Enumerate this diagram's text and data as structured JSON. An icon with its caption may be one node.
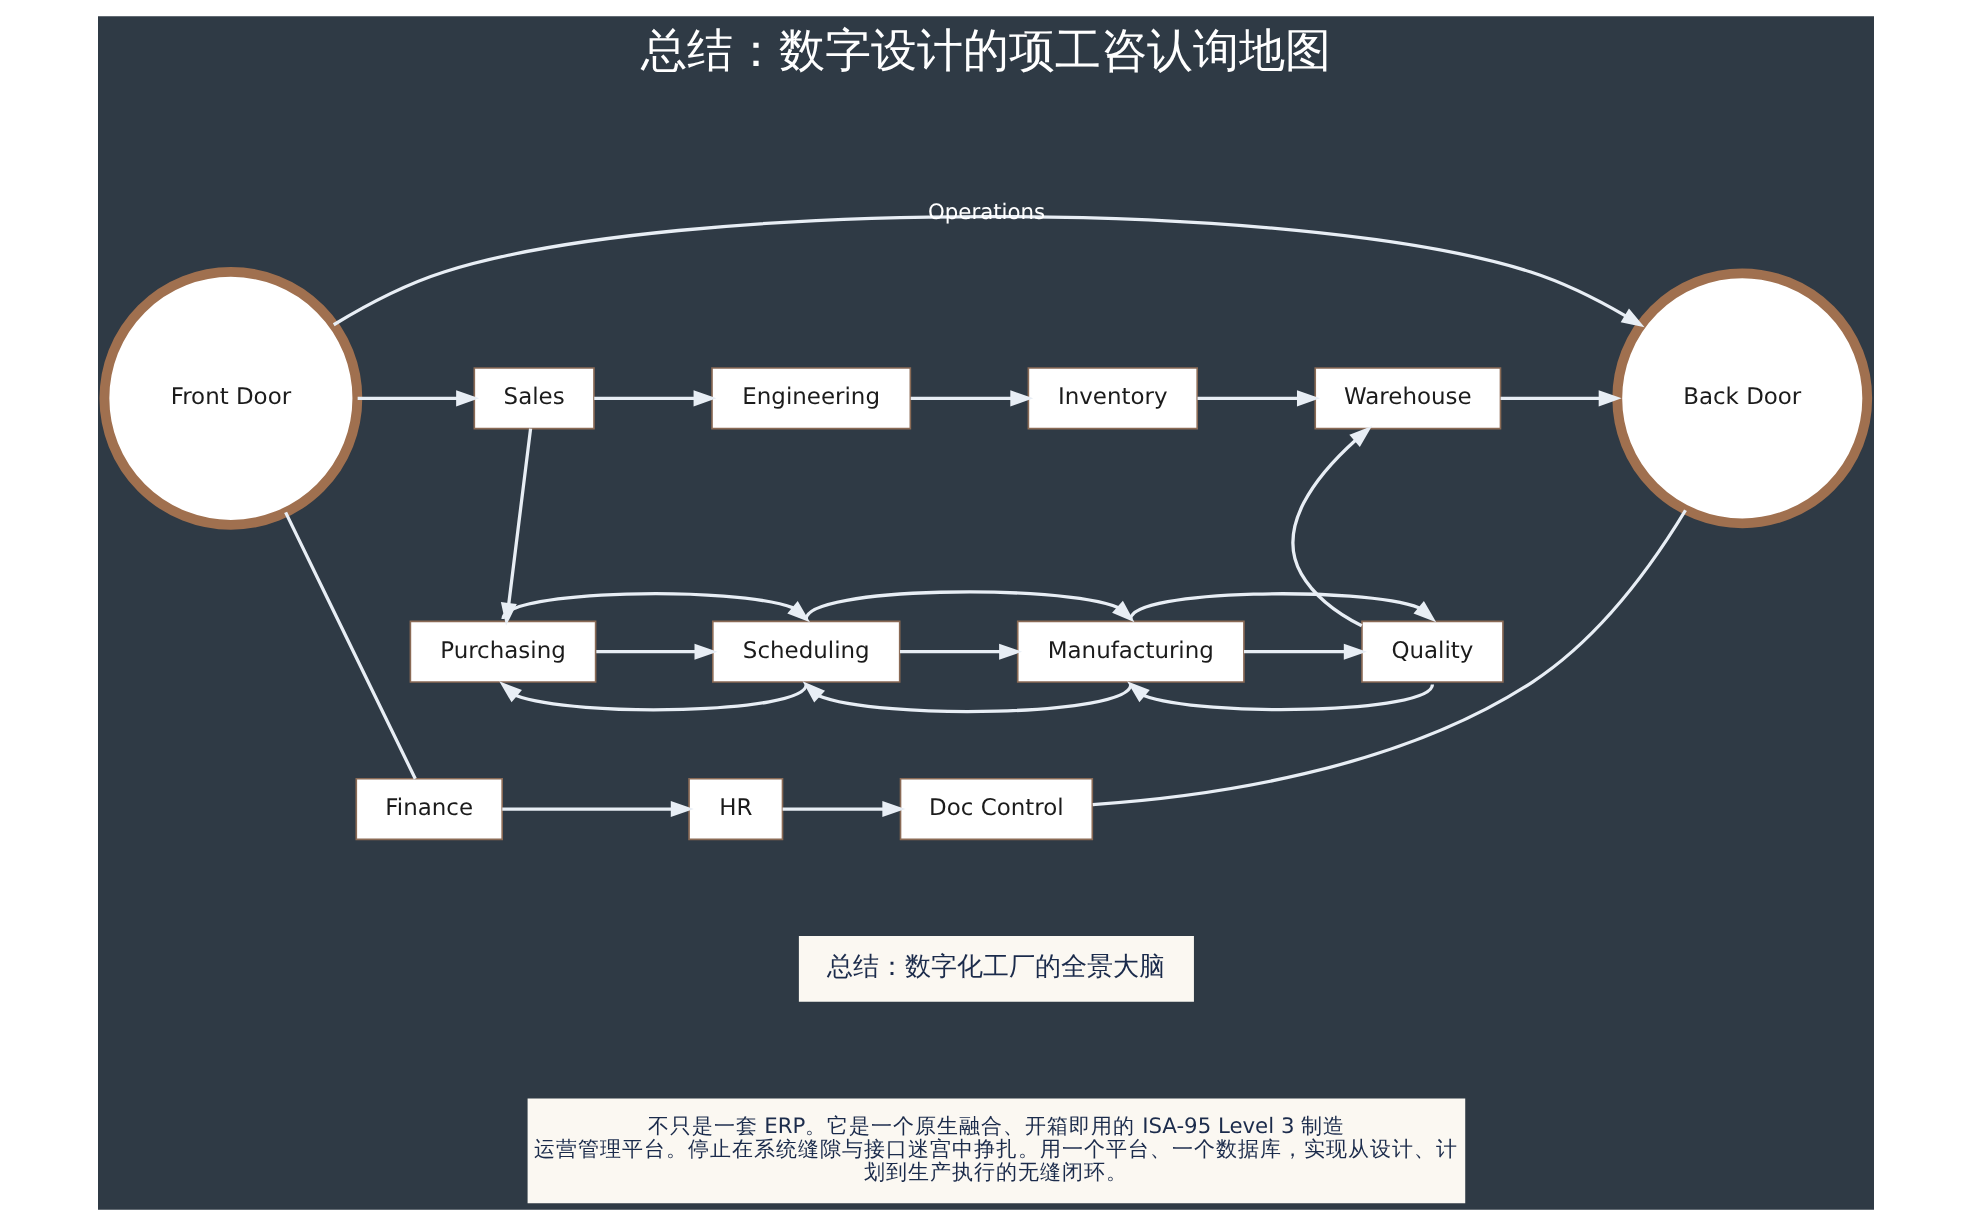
{
  "diagram": {
    "title": "总结：数字设计的项工咨认询地图",
    "nodes": [
      {
        "text": [
          "Front Door"
        ]
      },
      {
        "text": [
          "Sales"
        ]
      },
      {
        "text": [
          "Engineering"
        ]
      },
      {
        "text": [
          "Inventory"
        ]
      },
      {
        "text": [
          "Warehouse"
        ]
      },
      {
        "text": [
          "Back Door"
        ]
      },
      {
        "text": [
          "Purchasing"
        ]
      },
      {
        "text": [
          "Scheduling"
        ]
      },
      {
        "text": [
          "Manufacturing"
        ]
      },
      {
        "text": [
          "Quality"
        ]
      },
      {
        "text": [
          "Finance"
        ]
      },
      {
        "text": [
          "HR"
        ]
      },
      {
        "text": [
          "Doc Control"
        ]
      }
    ],
    "edges": [
      {
        "from": 0,
        "to": 1,
        "arrow": "to"
      },
      {
        "from": 1,
        "to": 2,
        "arrow": "to"
      },
      {
        "from": 2,
        "to": 3,
        "arrow": "to"
      },
      {
        "from": 3,
        "to": 4,
        "arrow": "to"
      },
      {
        "from": 4,
        "to": 5,
        "arrow": "to"
      },
      {
        "from": 1,
        "to": 6,
        "arrow": "to"
      },
      {
        "from": 6,
        "to": 7,
        "arrow": "to"
      },
      {
        "from": 7,
        "to": 8,
        "arrow": "to"
      },
      {
        "from": 8,
        "to": 9,
        "arrow": "to"
      },
      {
        "from": 9,
        "to": 4,
        "arrow": "to"
      },
      {
        "from": 6,
        "to": 7,
        "arrow": "to"
      },
      {
        "from": 7,
        "to": 8,
        "arrow": "to"
      },
      {
        "from": 8,
        "to": 9,
        "arrow": "to"
      },
      {
        "from": 7,
        "to": 6,
        "arrow": "to"
      },
      {
        "from": 8,
        "to": 7,
        "arrow": "to"
      },
      {
        "from": 9,
        "to": 8,
        "arrow": "to"
      },
      {
        "from": 10,
        "to": 11,
        "arrow": "to"
      },
      {
        "from": 11,
        "to": 12,
        "arrow": "to"
      },
      {
        "from": 0,
        "to": 5,
        "label": "Operations",
        "arrow": "to"
      },
      {
        "from": 0,
        "to": 10,
        "arrow": "none"
      },
      {
        "from": 12,
        "to": 5,
        "arrow": "none"
      }
    ],
    "labels": [
      "总结：数字化工厂的全景大脑",
      "不只是一套 ERP。它是一个原生融合、开箱即用的 ISA-95 Level 3 制造运营管理平台。停止在系统缝隙与接口迷宫中挣扎。用一个平台、一个数据库，实现从设计、计划到生产执行的无缝闭环。"
    ]
  }
}
